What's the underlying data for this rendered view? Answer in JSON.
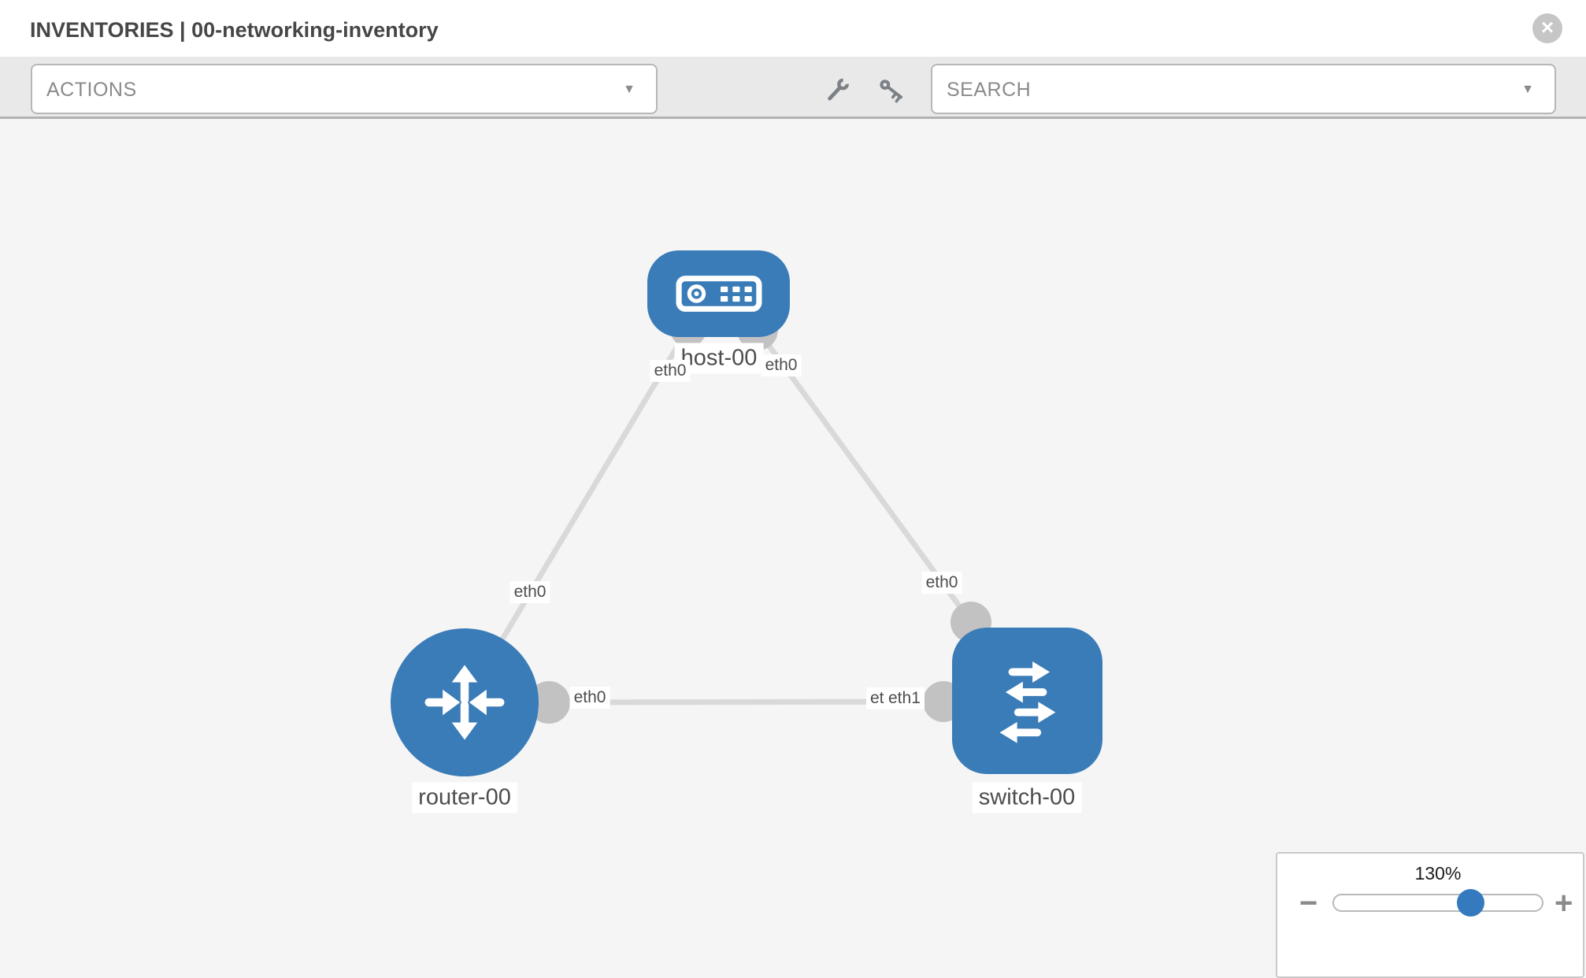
{
  "header": {
    "title": "INVENTORIES | 00-networking-inventory",
    "close_glyph": "×"
  },
  "toolbar": {
    "actions": {
      "label": "ACTIONS",
      "caret_glyph": "▼"
    },
    "search": {
      "label": "SEARCH",
      "caret_glyph": "▼"
    },
    "icons": {
      "wrench": "wrench-icon",
      "key": "key-icon"
    }
  },
  "topology": {
    "nodes": [
      {
        "id": "host-00",
        "label": "host-00",
        "type": "host",
        "shape": "rounded-rect",
        "color": "#3a7cb8"
      },
      {
        "id": "router-00",
        "label": "router-00",
        "type": "router",
        "shape": "circle",
        "color": "#3a7cb8"
      },
      {
        "id": "switch-00",
        "label": "switch-00",
        "type": "switch",
        "shape": "rounded-square",
        "color": "#3a7cb8"
      }
    ],
    "links": [
      {
        "from": "host-00",
        "to": "router-00",
        "from_iface": "eth0",
        "to_iface": "eth0"
      },
      {
        "from": "host-00",
        "to": "switch-00",
        "from_iface": "eth0",
        "to_iface": "eth0"
      },
      {
        "from": "router-00",
        "to": "switch-00",
        "from_iface": "eth0",
        "to_iface": "eth1"
      }
    ],
    "node_labels": {
      "host": "host-00",
      "router": "router-00",
      "switch": "switch-00"
    },
    "iface_labels": {
      "host_left": "eth0",
      "host_right": "eth0",
      "link_host_router": "eth0",
      "router_right": "eth0",
      "switch_left_under": "eth0",
      "switch_left_over": "eth1",
      "switch_top": "eth0"
    }
  },
  "zoom_control": {
    "value": "130%",
    "minus_glyph": "−",
    "plus_glyph": "+"
  },
  "colors": {
    "node_blue": "#3a7cb8",
    "connector_gray": "#c2c2c2",
    "link_gray": "#d9d9d9",
    "slider_thumb_blue": "#3579be",
    "toolbar_bg": "#e9e9e9",
    "canvas_bg": "#f5f5f5"
  }
}
